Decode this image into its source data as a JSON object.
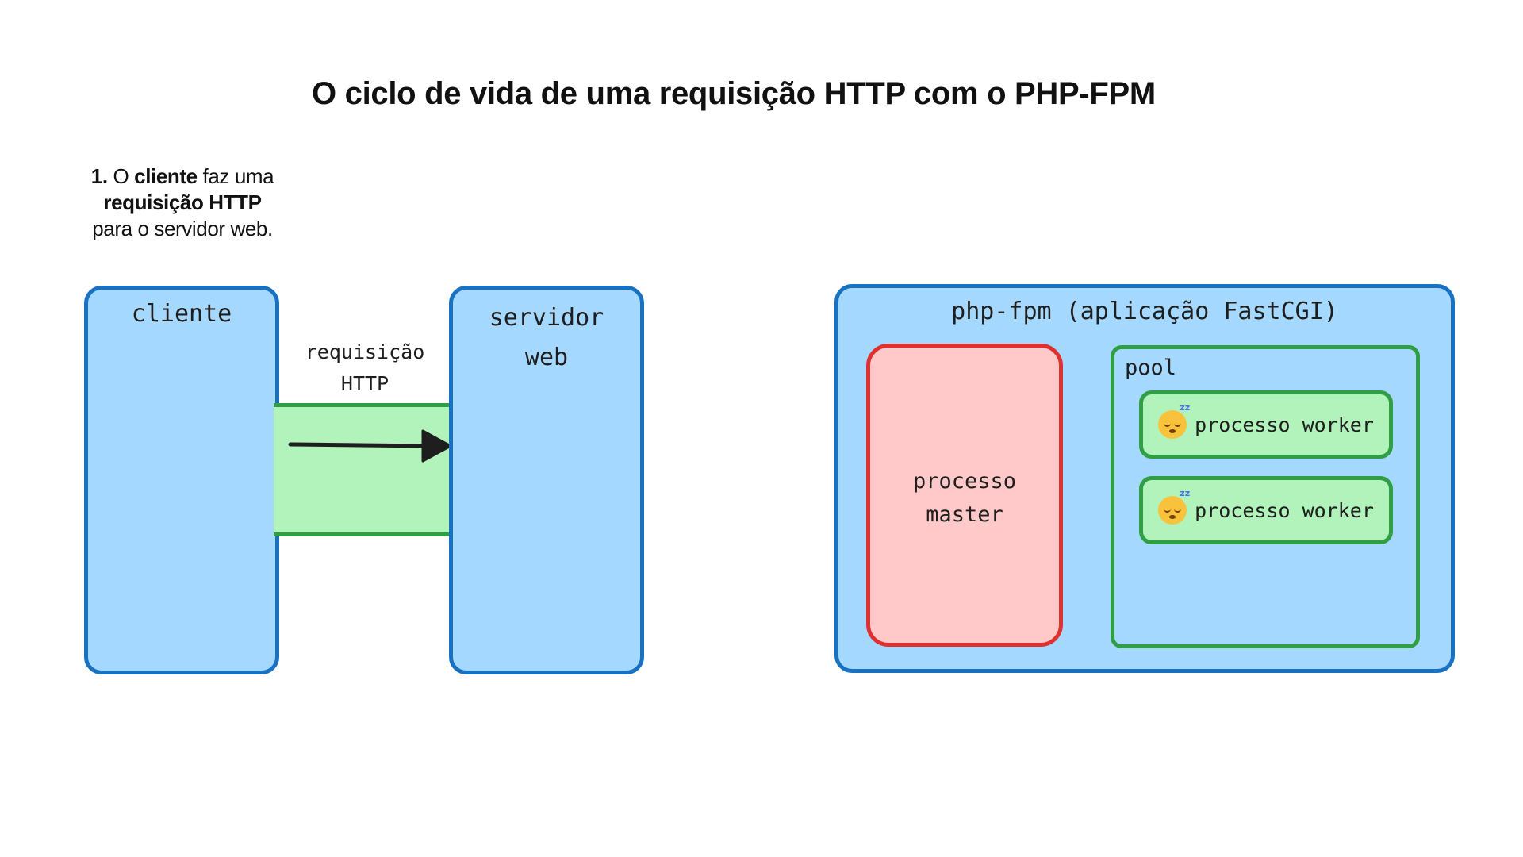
{
  "title": "O ciclo de vida de uma requisição HTTP com o PHP-FPM",
  "step": {
    "number": "1.",
    "text_1": " O ",
    "bold_1": "cliente",
    "text_2": " faz uma",
    "bold_2": "requisição HTTP",
    "line_3": "para o servidor web."
  },
  "nodes": {
    "client": {
      "label": "cliente"
    },
    "webserver": {
      "label_line1": "servidor",
      "label_line2": "web"
    },
    "request": {
      "label_line1": "requisição",
      "label_line2": "HTTP"
    },
    "phpfpm": {
      "label": "php-fpm (aplicação FastCGI)",
      "master": {
        "label_line1": "processo",
        "label_line2": "master"
      },
      "pool": {
        "label": "pool",
        "workers": [
          {
            "label": "processo worker",
            "status_icon": "sleeping-face-icon"
          },
          {
            "label": "processo worker",
            "status_icon": "sleeping-face-icon"
          }
        ]
      }
    }
  },
  "colors": {
    "blue_fill": "#a5d8ff",
    "blue_stroke": "#1971c2",
    "green_fill": "#b2f2bb",
    "green_stroke": "#2f9e44",
    "red_fill": "#ffc9c9",
    "red_stroke": "#e03131"
  }
}
